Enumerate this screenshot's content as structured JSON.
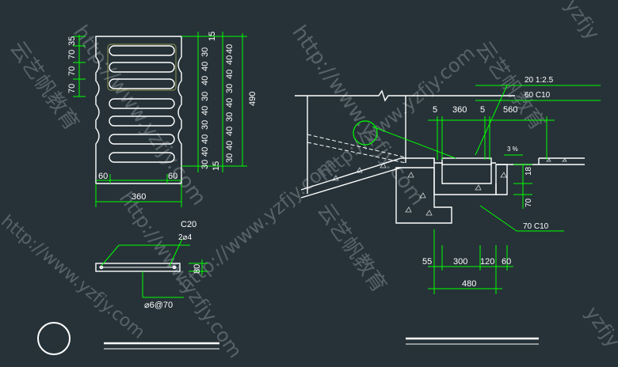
{
  "colors": {
    "background": "#263238",
    "linework": "#ffffff",
    "dimension": "#00ff00",
    "watermark": "#7f8a90"
  },
  "grate_plan": {
    "top_dims": [
      "70",
      "70",
      "70",
      "35"
    ],
    "right_dims_a": [
      "15",
      "30",
      "40",
      "40",
      "30",
      "40",
      "30",
      "40",
      "40",
      "30",
      "15"
    ],
    "right_dims_b": [
      "40",
      "40",
      "30",
      "40",
      "30",
      "40",
      "40",
      "30",
      "40"
    ],
    "total_height": "490",
    "bottom_left": "60",
    "bottom_right": "60",
    "total_width": "360"
  },
  "grate_section": {
    "concrete": "C20",
    "bars": "2⌀4",
    "depth": "80",
    "stirrups": "⌀6@70"
  },
  "trench_section": {
    "top_note_1": "20  1:2.5",
    "top_note_2": "60  C10",
    "dim_a": "5",
    "dim_b": "360",
    "dim_c": "5",
    "dim_d": "560",
    "slope": "3 %",
    "right_dim_1": "18",
    "right_dim_2": "70",
    "base_note": "70  C10",
    "bottom_dims": [
      "55",
      "300",
      "120",
      "60"
    ],
    "bottom_total": "480"
  },
  "watermarks": {
    "url": "http://www.yzfjy.com",
    "brand": "云艺帆教育",
    "short": "yzfjy"
  }
}
